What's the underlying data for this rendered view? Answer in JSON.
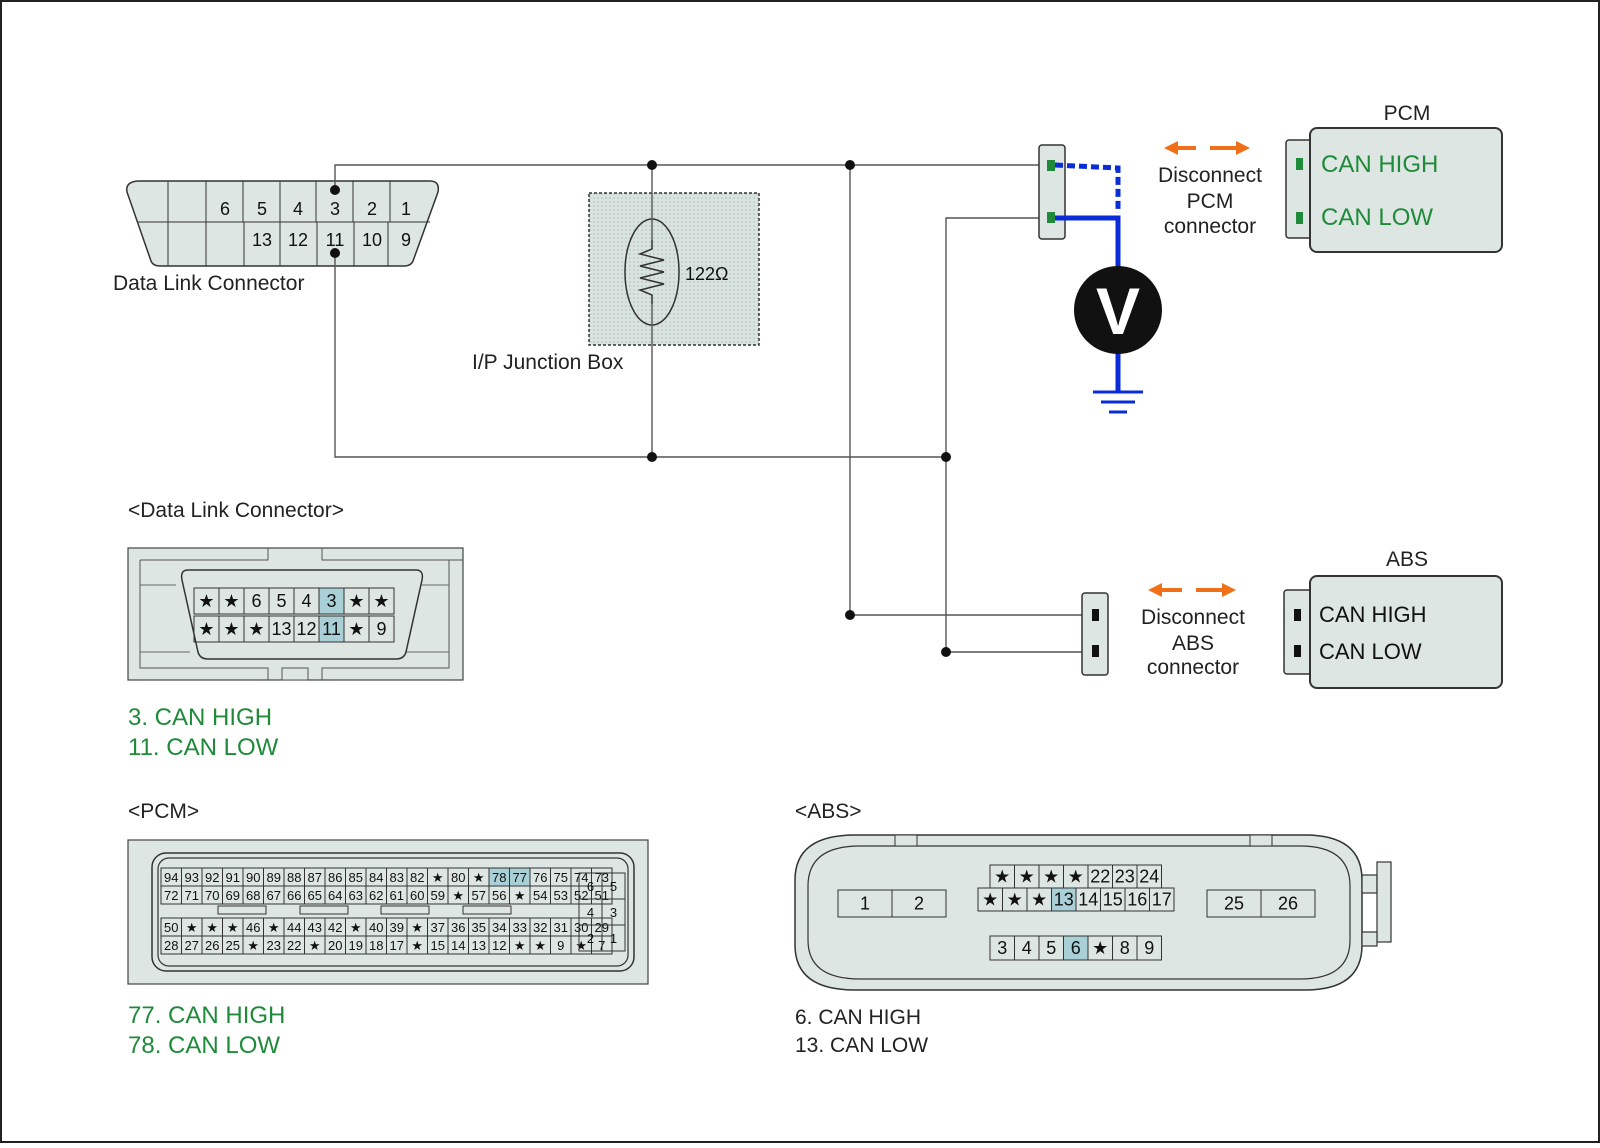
{
  "labels": {
    "dlc": "Data Link Connector",
    "junction": "I/P Junction Box",
    "resistor": "122Ω",
    "pcm": "PCM",
    "abs": "ABS",
    "can_high": "CAN HIGH",
    "can_low": "CAN LOW",
    "disc_pcm": [
      "Disconnect",
      "PCM",
      "connector"
    ],
    "disc_abs": [
      "Disconnect",
      "ABS",
      "connector"
    ],
    "meter": "V"
  },
  "dlc_top": {
    "row1": [
      "6",
      "5",
      "4",
      "3",
      "2",
      "1"
    ],
    "row2": [
      "13",
      "12",
      "11",
      "10",
      "9"
    ]
  },
  "dlc_section": {
    "title": "<Data Link Connector>",
    "row1": [
      "★",
      "★",
      "6",
      "5",
      "4",
      "3",
      "★",
      "★"
    ],
    "row2": [
      "★",
      "★",
      "★",
      "13",
      "12",
      "11",
      "★",
      "9"
    ],
    "note1": "3. CAN HIGH",
    "note2": "11. CAN LOW"
  },
  "pcm_section": {
    "title": "<PCM>",
    "row1": [
      "94",
      "93",
      "92",
      "91",
      "90",
      "89",
      "88",
      "87",
      "86",
      "85",
      "84",
      "83",
      "82",
      "★",
      "80",
      "★",
      "78",
      "77",
      "76",
      "75",
      "74",
      "73"
    ],
    "row2": [
      "72",
      "71",
      "70",
      "69",
      "68",
      "67",
      "66",
      "65",
      "64",
      "63",
      "62",
      "61",
      "60",
      "59",
      "★",
      "57",
      "56",
      "★",
      "54",
      "53",
      "52",
      "51"
    ],
    "row3": [
      "50",
      "★",
      "★",
      "★",
      "46",
      "★",
      "44",
      "43",
      "42",
      "★",
      "40",
      "39",
      "★",
      "37",
      "36",
      "35",
      "34",
      "33",
      "32",
      "31",
      "30",
      "29"
    ],
    "row4": [
      "28",
      "27",
      "26",
      "25",
      "★",
      "23",
      "22",
      "★",
      "20",
      "19",
      "18",
      "17",
      "★",
      "15",
      "14",
      "13",
      "12",
      "★",
      "★",
      "9",
      "★",
      "7"
    ],
    "side": [
      [
        "6",
        "5"
      ],
      [
        "4",
        "3"
      ],
      [
        "2",
        "1"
      ]
    ],
    "note1": "77. CAN HIGH",
    "note2": "78. CAN LOW"
  },
  "abs_section": {
    "title": "<ABS>",
    "top": [
      "★",
      "★",
      "★",
      "★",
      "22",
      "23",
      "24"
    ],
    "mid": [
      "★",
      "★",
      "★",
      "13",
      "14",
      "15",
      "16",
      "17"
    ],
    "bot": [
      "3",
      "4",
      "5",
      "6",
      "★",
      "8",
      "9"
    ],
    "left": [
      "1",
      "2"
    ],
    "right": [
      "25",
      "26"
    ],
    "note1": "6. CAN HIGH",
    "note2": "13. CAN LOW"
  }
}
